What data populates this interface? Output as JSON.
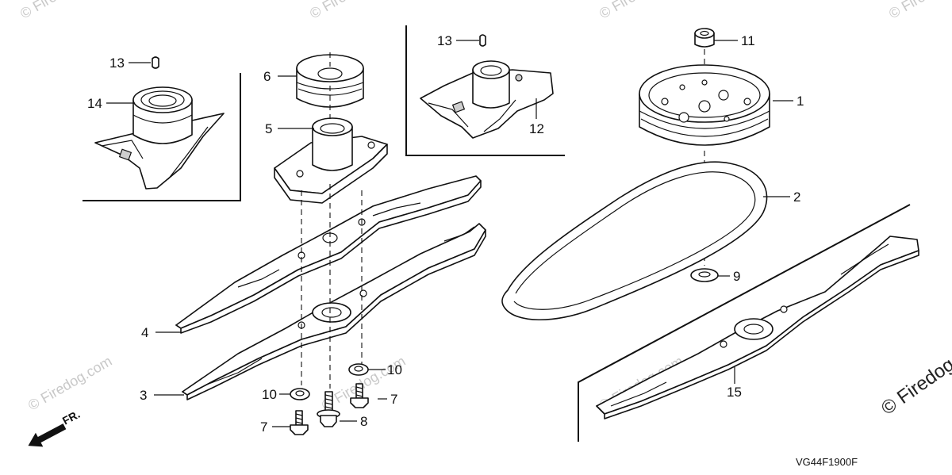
{
  "diagram_code": "VG44F1900F",
  "direction_label": "FR.",
  "watermark_text": "© Firedog.com",
  "callouts": [
    {
      "id": "c1",
      "label": "1"
    },
    {
      "id": "c2",
      "label": "2"
    },
    {
      "id": "c3",
      "label": "3"
    },
    {
      "id": "c4",
      "label": "4"
    },
    {
      "id": "c5",
      "label": "5"
    },
    {
      "id": "c6",
      "label": "6"
    },
    {
      "id": "c7a",
      "label": "7"
    },
    {
      "id": "c7b",
      "label": "7"
    },
    {
      "id": "c8",
      "label": "8"
    },
    {
      "id": "c9",
      "label": "9"
    },
    {
      "id": "c10a",
      "label": "10"
    },
    {
      "id": "c10b",
      "label": "10"
    },
    {
      "id": "c11",
      "label": "11"
    },
    {
      "id": "c12",
      "label": "12"
    },
    {
      "id": "c13a",
      "label": "13"
    },
    {
      "id": "c13b",
      "label": "13"
    },
    {
      "id": "c14",
      "label": "14"
    },
    {
      "id": "c15",
      "label": "15"
    }
  ]
}
